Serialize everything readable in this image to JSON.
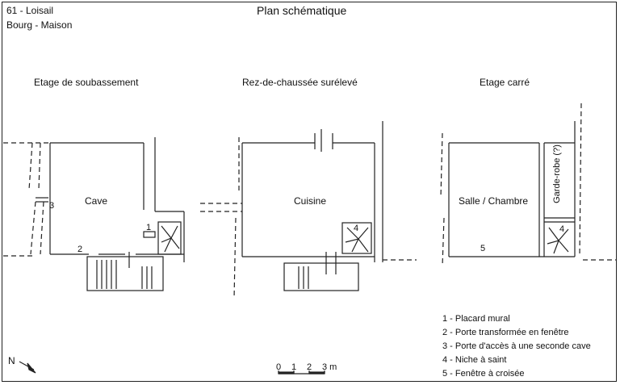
{
  "header": {
    "code": "61 - Loisail",
    "subtitle": "Bourg - Maison",
    "title": "Plan schématique"
  },
  "levels": [
    {
      "name": "Etage de soubassement",
      "room": "Cave"
    },
    {
      "name": "Rez-de-chaussée surélevé",
      "room": "Cuisine"
    },
    {
      "name": "Etage carré",
      "room": "Salle / Chambre",
      "side_room": "Garde-robe (?)"
    }
  ],
  "markers": [
    "1",
    "2",
    "3",
    "4",
    "4",
    "5"
  ],
  "legend": [
    "1 - Placard mural",
    "2 - Porte transformée en fenêtre",
    "3 - Porte d'accès à une seconde cave",
    "4 - Niche à saint",
    "5 - Fenêtre à croisée"
  ],
  "north_label": "N",
  "scale": {
    "ticks": [
      "0",
      "1",
      "2",
      "3 m"
    ]
  }
}
